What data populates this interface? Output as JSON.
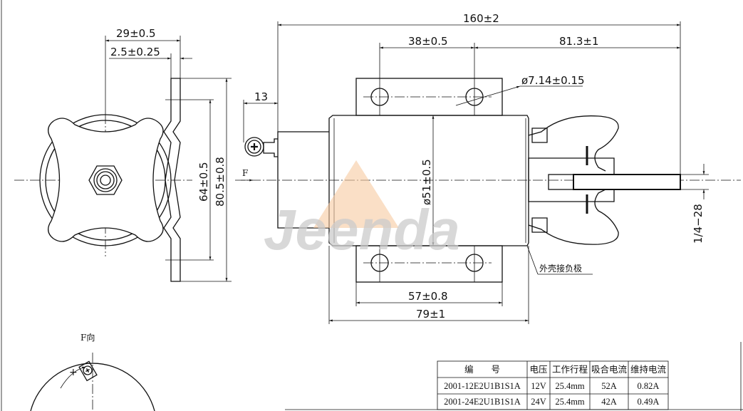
{
  "watermark": {
    "brand": "Jeenda",
    "colors": {
      "text": "#cccccc",
      "triangle": "#f6c9a0"
    }
  },
  "left_view": {
    "dim_width": "29±0.5",
    "dim_thickness": "2.5±0.25",
    "dim_hole_spacing": "64±0.5",
    "dim_plate_height": "80.5±0.8"
  },
  "main_view": {
    "dim_overall_length": "160±2",
    "dim_hole_offset": "38±0.5",
    "dim_shaft_length": "81.3±1",
    "dim_hole_diameter": "ø7.14±0.15",
    "dim_terminal": "13",
    "dim_body_diameter": "ø51±0.5",
    "dim_plate_width": "57±0.8",
    "dim_body_length": "79±1",
    "thread_spec": "1/4−28",
    "force_label": "F",
    "ground_note": "外壳接负极"
  },
  "view_f": {
    "label": "F向"
  },
  "spec_table": {
    "headers": [
      "编　　号",
      "电压",
      "工作行程",
      "吸合电流",
      "维持电流"
    ],
    "rows": [
      [
        "2001-12E2U1B1S1A",
        "12V",
        "25.4mm",
        "52A",
        "0.82A"
      ],
      [
        "2001-24E2U1B1S1A",
        "24V",
        "25.4mm",
        "42A",
        "0.49A"
      ]
    ]
  }
}
